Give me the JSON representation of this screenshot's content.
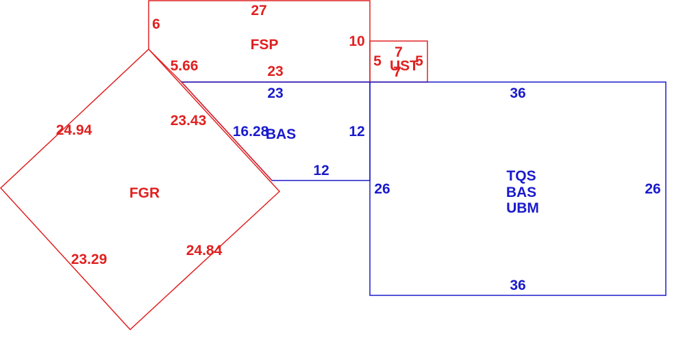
{
  "colors": {
    "red": "#e02020",
    "blue": "#1a1acc"
  },
  "fsp": {
    "name": "FSP",
    "top": "27",
    "left": "6",
    "right": "10",
    "bottom": "23",
    "diag": "5.66"
  },
  "ust": {
    "name": "UST",
    "top": "7",
    "bottom": "7",
    "left": "5",
    "right": "5"
  },
  "bas": {
    "name": "BAS",
    "top": "23",
    "right": "12",
    "bottom": "12",
    "diag": "16.28"
  },
  "fgr": {
    "name": "FGR",
    "upper_left": "24.94",
    "upper_right": "23.43",
    "lower_left": "23.29",
    "lower_right": "24.84"
  },
  "big": {
    "names": [
      "TQS",
      "BAS",
      "UBM"
    ],
    "top": "36",
    "bottom": "36",
    "left": "26",
    "right": "26"
  }
}
